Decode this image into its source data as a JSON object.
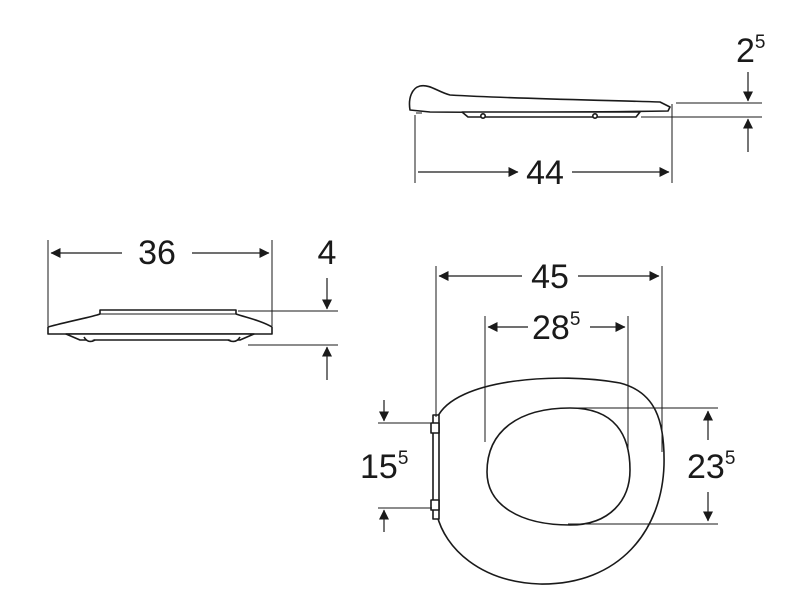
{
  "dimensions": {
    "side_height": {
      "main": "2",
      "sup": "5"
    },
    "side_length": {
      "main": "44"
    },
    "front_width": {
      "main": "36"
    },
    "front_height": {
      "main": "4"
    },
    "top_width": {
      "main": "45"
    },
    "inner_width": {
      "main": "28",
      "sup": "5"
    },
    "hinge_distance": {
      "main": "15",
      "sup": "5"
    },
    "inner_length": {
      "main": "23",
      "sup": "5"
    }
  }
}
